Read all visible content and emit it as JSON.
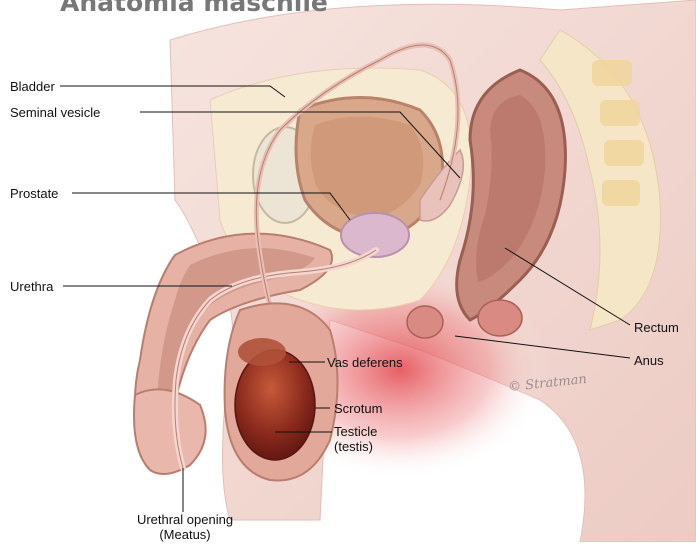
{
  "title": "Anatomia maschile",
  "labels": {
    "bladder": "Bladder",
    "seminal_vesicle": "Seminal vesicle",
    "prostate": "Prostate",
    "urethra": "Urethra",
    "rectum": "Rectum",
    "anus": "Anus",
    "vas_deferens": "Vas deferens",
    "scrotum": "Scrotum",
    "testicle_line1": "Testicle",
    "testicle_line2": "(testis)",
    "urethral_opening_line1": "Urethral opening",
    "urethral_opening_line2": "(Meatus)"
  },
  "signature": "© Stratman",
  "colors": {
    "skin": "#f3d9d3",
    "tissue": "#e8b7ac",
    "muscle": "#c88a7c",
    "bladder_fill": "#d9a88a",
    "prostate_fill": "#dcb8cf",
    "testicle": "#8a2a1c",
    "fat": "#f5e6c8",
    "red_glow": "#e2434a"
  }
}
